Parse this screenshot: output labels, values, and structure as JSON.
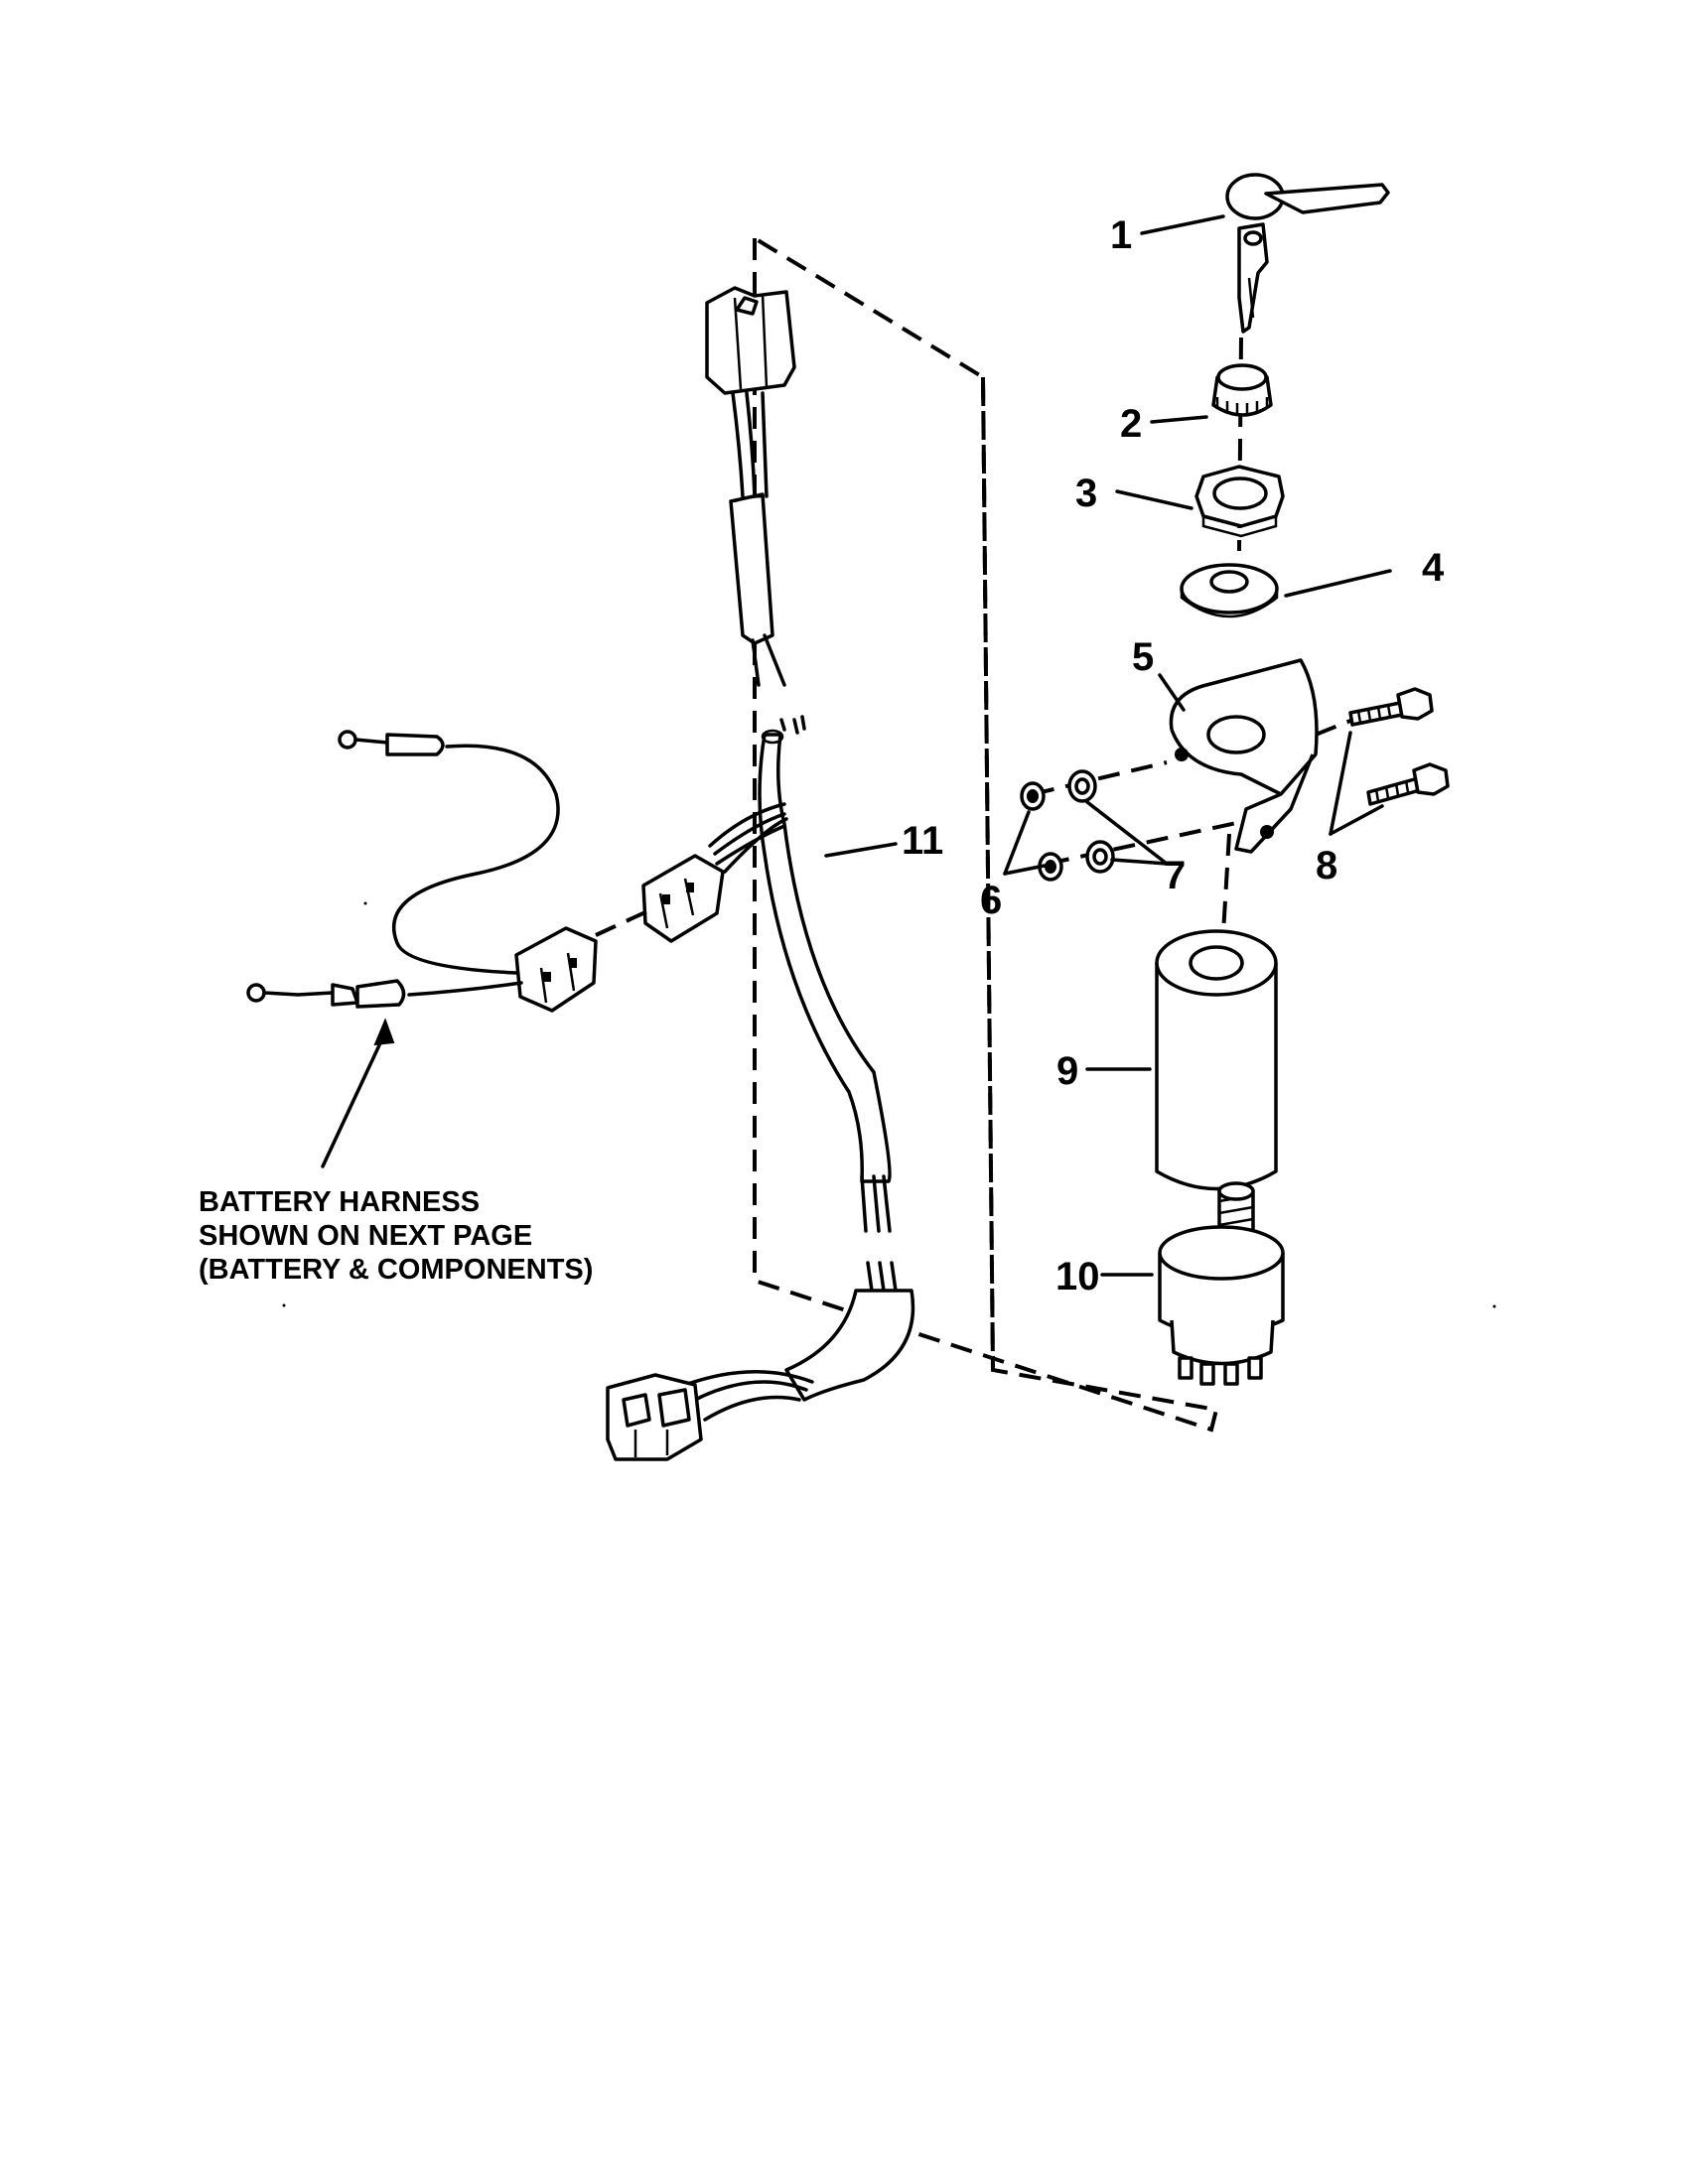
{
  "callouts": {
    "c1": "1",
    "c2": "2",
    "c3": "3",
    "c4": "4",
    "c5": "5",
    "c6": "6",
    "c7": "7",
    "c8": "8",
    "c9": "9",
    "c10": "10",
    "c11": "11"
  },
  "note": {
    "line1": "BATTERY HARNESS",
    "line2": "SHOWN ON NEXT PAGE",
    "line3": "(BATTERY & COMPONENTS)"
  }
}
